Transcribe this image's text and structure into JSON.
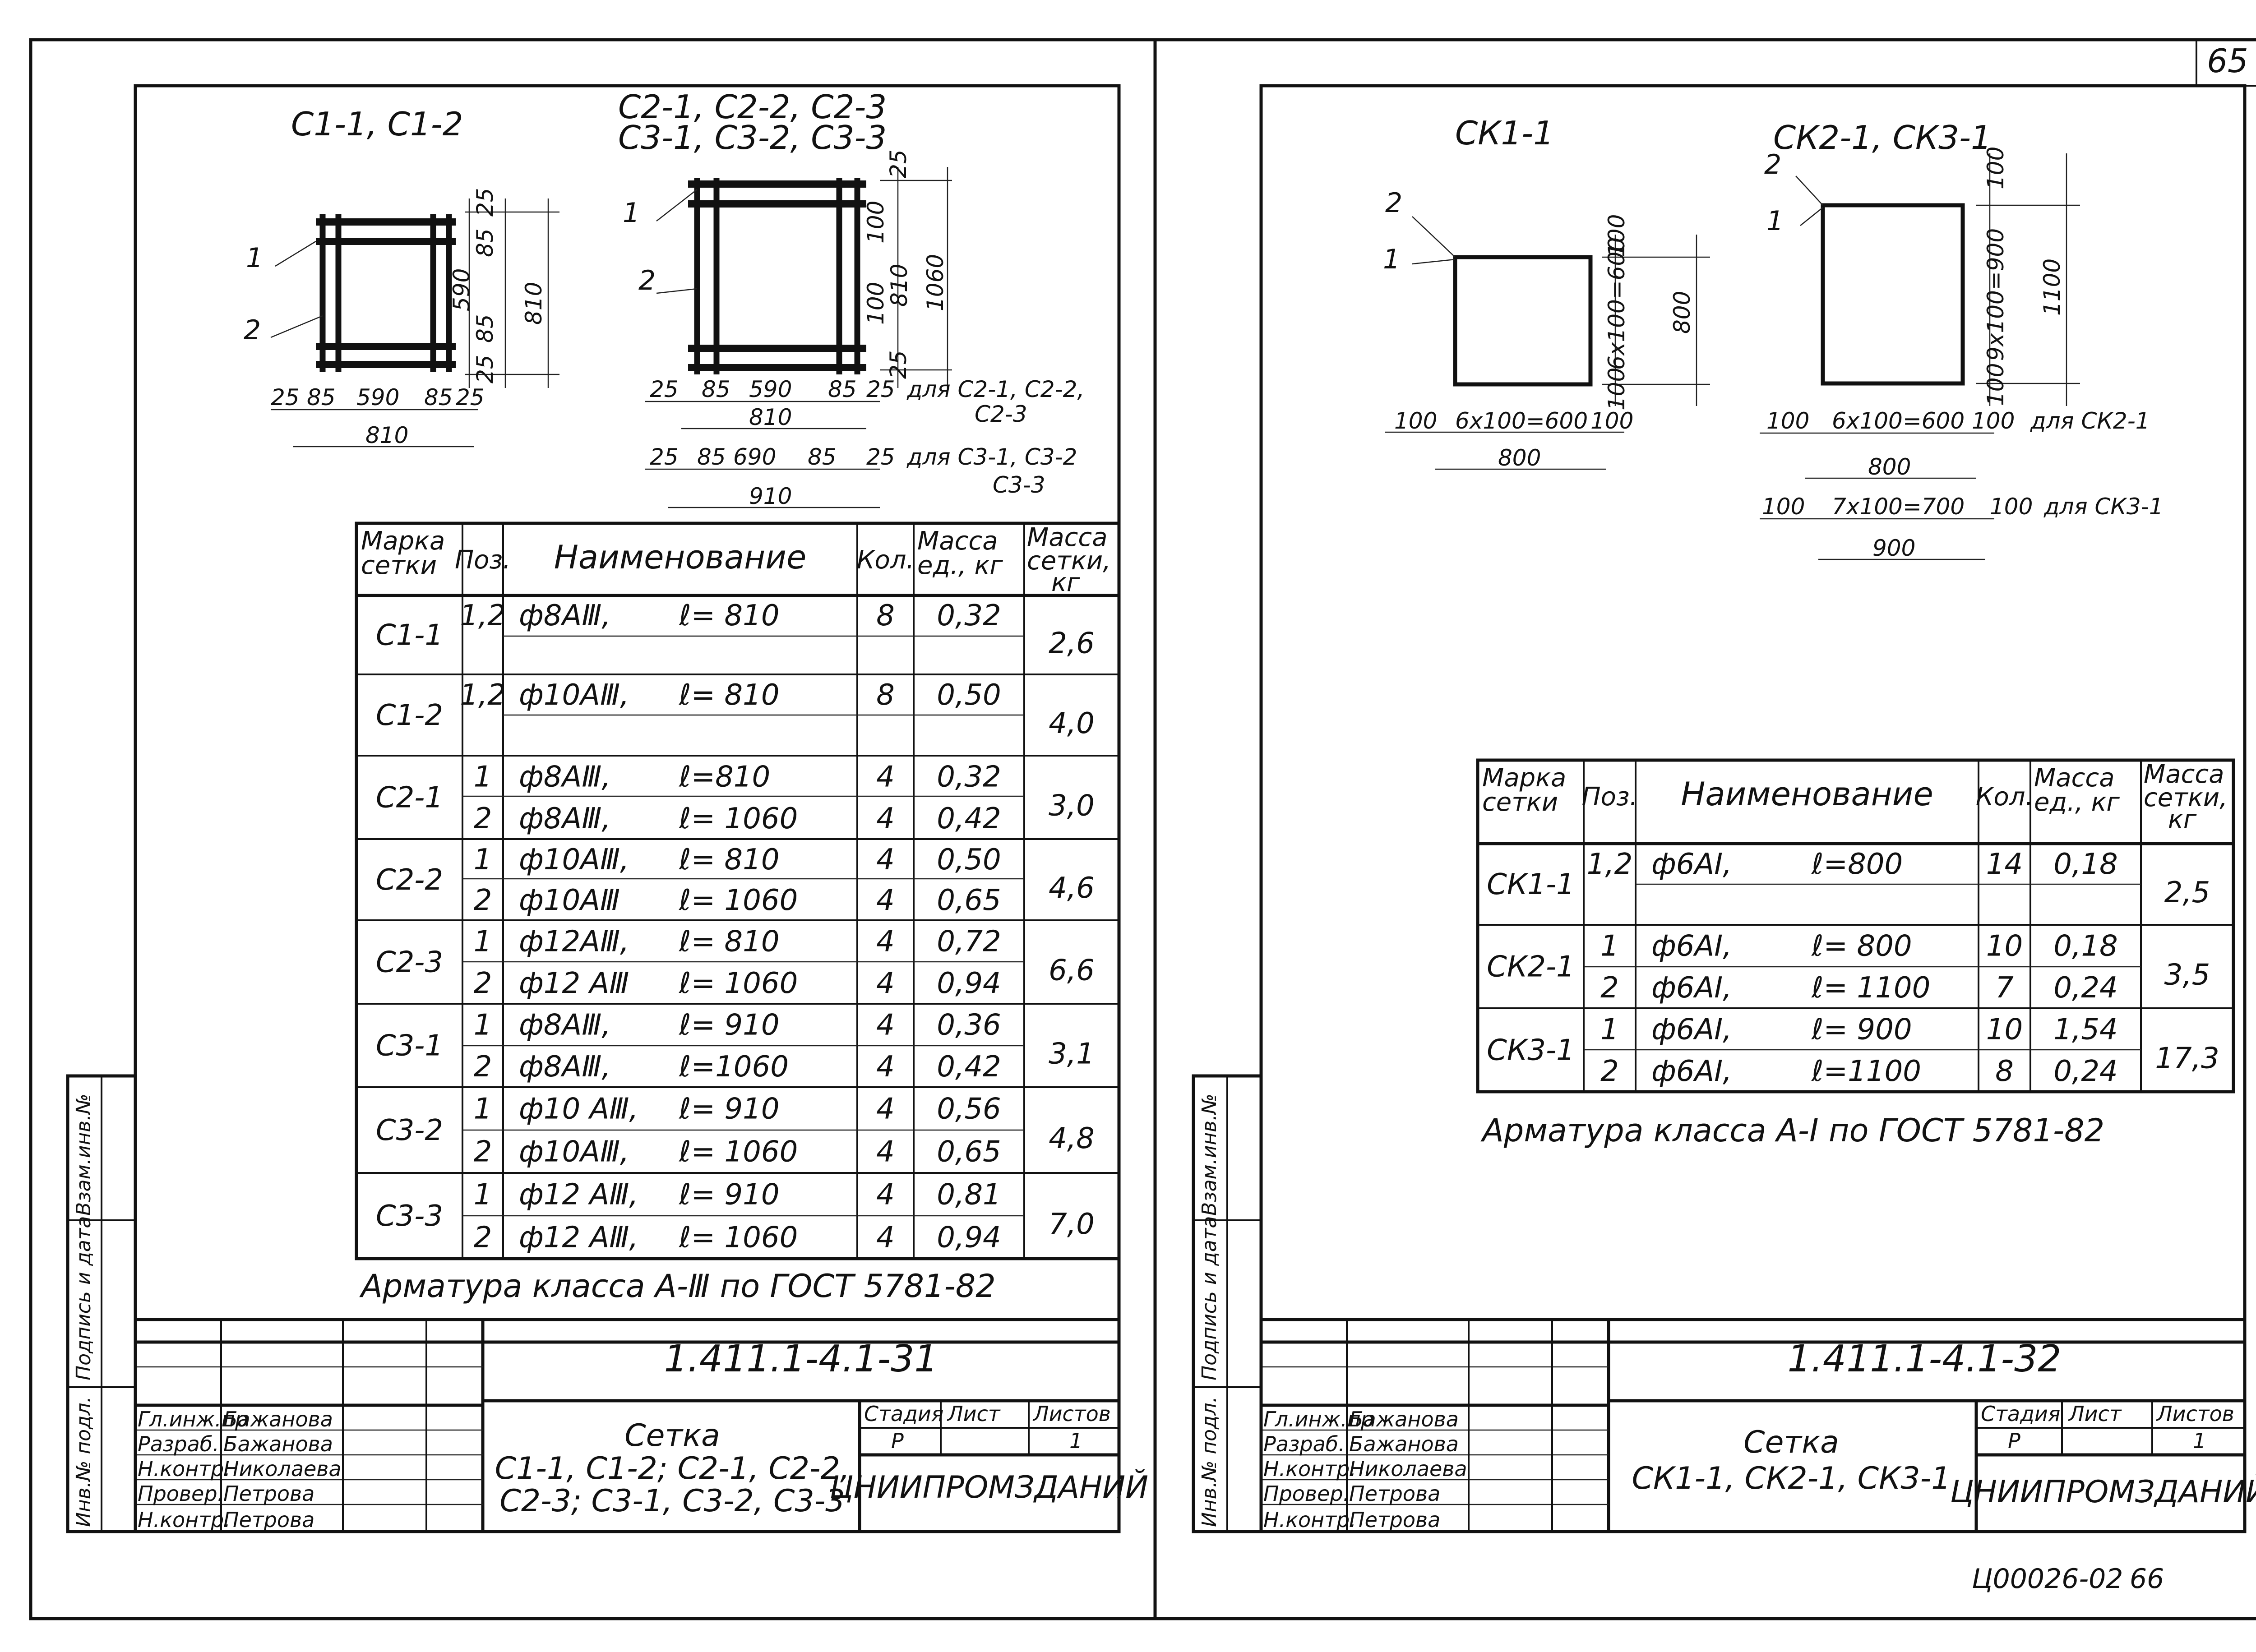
{
  "corner_page": "65",
  "footer": {
    "code": "Ц00026-02",
    "page": "66"
  },
  "left": {
    "fig1": {
      "label": "С1-1, С1-2",
      "pos1": "1",
      "pos2": "2",
      "v": [
        "25",
        "85",
        "590",
        "85",
        "25",
        "810"
      ],
      "h": [
        "25",
        "85",
        "590",
        "85",
        "25",
        "810"
      ]
    },
    "fig2": {
      "label_line1": "С2-1, С2-2, С2-3",
      "label_line2": "С3-1, С3-2, С3-3",
      "pos1": "1",
      "pos2": "2",
      "v": [
        "25",
        "100",
        "810",
        "100",
        "25",
        "1060"
      ],
      "h1": [
        "25",
        "85",
        "590",
        "85",
        "25"
      ],
      "h1_note": "для С2-1, С2-2,",
      "h1_note2": "С2-3",
      "h1_total": "810",
      "h2": [
        "25",
        "85",
        "690",
        "85",
        "25"
      ],
      "h2_note": "для С3-1, С3-2",
      "h2_note2": "С3-3",
      "h2_total": "910"
    },
    "table": {
      "headers": [
        "Марка сетки",
        "Поз.",
        "Наименование",
        "Кол.",
        "Масса ед., кг",
        "Масса сетки, кг"
      ],
      "groups": [
        {
          "mark": "С1-1",
          "total": "2,6",
          "rows": [
            {
              "pos": "1,2",
              "name": "ф8АⅢ,",
              "l": "ℓ= 810",
              "qty": "8",
              "mass": "0,32"
            }
          ]
        },
        {
          "mark": "С1-2",
          "total": "4,0",
          "rows": [
            {
              "pos": "1,2",
              "name": "ф10АⅢ,",
              "l": "ℓ= 810",
              "qty": "8",
              "mass": "0,50"
            }
          ]
        },
        {
          "mark": "С2-1",
          "total": "3,0",
          "rows": [
            {
              "pos": "1",
              "name": "ф8АⅢ,",
              "l": "ℓ=810",
              "qty": "4",
              "mass": "0,32"
            },
            {
              "pos": "2",
              "name": "ф8АⅢ,",
              "l": "ℓ= 1060",
              "qty": "4",
              "mass": "0,42"
            }
          ]
        },
        {
          "mark": "С2-2",
          "total": "4,6",
          "rows": [
            {
              "pos": "1",
              "name": "ф10АⅢ,",
              "l": "ℓ= 810",
              "qty": "4",
              "mass": "0,50"
            },
            {
              "pos": "2",
              "name": "ф10АⅢ",
              "l": "ℓ= 1060",
              "qty": "4",
              "mass": "0,65"
            }
          ]
        },
        {
          "mark": "С2-3",
          "total": "6,6",
          "rows": [
            {
              "pos": "1",
              "name": "ф12АⅢ,",
              "l": "ℓ= 810",
              "qty": "4",
              "mass": "0,72"
            },
            {
              "pos": "2",
              "name": "ф12 АⅢ",
              "l": "ℓ= 1060",
              "qty": "4",
              "mass": "0,94"
            }
          ]
        },
        {
          "mark": "С3-1",
          "total": "3,1",
          "rows": [
            {
              "pos": "1",
              "name": "ф8АⅢ,",
              "l": "ℓ= 910",
              "qty": "4",
              "mass": "0,36"
            },
            {
              "pos": "2",
              "name": "ф8АⅢ,",
              "l": "ℓ=1060",
              "qty": "4",
              "mass": "0,42"
            }
          ]
        },
        {
          "mark": "С3-2",
          "total": "4,8",
          "rows": [
            {
              "pos": "1",
              "name": "ф10 АⅢ,",
              "l": "ℓ= 910",
              "qty": "4",
              "mass": "0,56"
            },
            {
              "pos": "2",
              "name": "ф10АⅢ,",
              "l": "ℓ= 1060",
              "qty": "4",
              "mass": "0,65"
            }
          ]
        },
        {
          "mark": "С3-3",
          "total": "7,0",
          "rows": [
            {
              "pos": "1",
              "name": "ф12 АⅢ,",
              "l": "ℓ= 910",
              "qty": "4",
              "mass": "0,81"
            },
            {
              "pos": "2",
              "name": "ф12 АⅢ,",
              "l": "ℓ= 1060",
              "qty": "4",
              "mass": "0,94"
            }
          ]
        }
      ]
    },
    "note": "Арматура класса А-Ⅲ по ГОСТ 5781-82",
    "stamp": {
      "code": "1.411.1-4.1-31",
      "roles": [
        "Гл.инж.пр",
        "Разраб.",
        "Н.контр.",
        "Провер.",
        "Н.контр."
      ],
      "names": [
        "Бажанова",
        "Бажанова",
        "Николаева",
        "Петрова",
        "Петрова"
      ],
      "title": "Сетка",
      "title_line2": "С1-1, С1-2; С2-1, С2-2,",
      "title_line3": "С2-3; С3-1, С3-2, С3-3",
      "stage_h": "Стадия",
      "sheet_h": "Лист",
      "sheets_h": "Листов",
      "stage": "Р",
      "sheets": "1",
      "org": "ЦНИИПРОМЗДАНИЙ"
    },
    "side": [
      "Инв.№ подл.",
      "Подпись и дата",
      "Взам.инв.№"
    ]
  },
  "right": {
    "fig1": {
      "label": "СК1-1",
      "pos2": "2",
      "pos1": "1",
      "v": [
        "100",
        "6х100=600",
        "100",
        "800"
      ],
      "h": [
        "100",
        "6х100=600",
        "100",
        "800"
      ]
    },
    "fig2": {
      "label": "СК2-1, СК3-1",
      "pos2": "2",
      "pos1": "1",
      "v": [
        "100",
        "9х100=900",
        "100",
        "1100"
      ],
      "h1": [
        "100",
        "6х100=600",
        "100"
      ],
      "h1_note": "для СК2-1",
      "h1_total": "800",
      "h2": [
        "100",
        "7х100=700",
        "100"
      ],
      "h2_note": "для СК3-1",
      "h2_total": "900"
    },
    "table": {
      "headers": [
        "Марка сетки",
        "Поз.",
        "Наименование",
        "Кол.",
        "Масса ед., кг",
        "Масса сетки, кг"
      ],
      "groups": [
        {
          "mark": "СК1-1",
          "total": "2,5",
          "rows": [
            {
              "pos": "1,2",
              "name": "ф6АⅠ,",
              "l": "ℓ=800",
              "qty": "14",
              "mass": "0,18"
            }
          ]
        },
        {
          "mark": "СК2-1",
          "total": "3,5",
          "rows": [
            {
              "pos": "1",
              "name": "ф6АⅠ,",
              "l": "ℓ= 800",
              "qty": "10",
              "mass": "0,18"
            },
            {
              "pos": "2",
              "name": "ф6АⅠ,",
              "l": "ℓ= 1100",
              "qty": "7",
              "mass": "0,24"
            }
          ]
        },
        {
          "mark": "СК3-1",
          "total": "17,3",
          "rows": [
            {
              "pos": "1",
              "name": "ф6АⅠ,",
              "l": "ℓ= 900",
              "qty": "10",
              "mass": "1,54"
            },
            {
              "pos": "2",
              "name": "ф6АⅠ,",
              "l": "ℓ=1100",
              "qty": "8",
              "mass": "0,24"
            }
          ]
        }
      ]
    },
    "note": "Арматура класса А-Ⅰ по ГОСТ 5781-82",
    "stamp": {
      "code": "1.411.1-4.1-32",
      "roles": [
        "Гл.инж.пр",
        "Разраб.",
        "Н.контр.",
        "Провер.",
        "Н.контр."
      ],
      "names": [
        "Бажанова",
        "Бажанова",
        "Николаева",
        "Петрова",
        "Петрова"
      ],
      "title": "Сетка",
      "title_line2": "СК1-1, СК2-1, СК3-1",
      "stage_h": "Стадия",
      "sheet_h": "Лист",
      "sheets_h": "Листов",
      "stage": "Р",
      "sheets": "1",
      "org": "ЦНИИПРОМЗДАНИЙ"
    },
    "side": [
      "Инв.№ подл.",
      "Подпись и дата",
      "Взам.инв.№"
    ]
  }
}
